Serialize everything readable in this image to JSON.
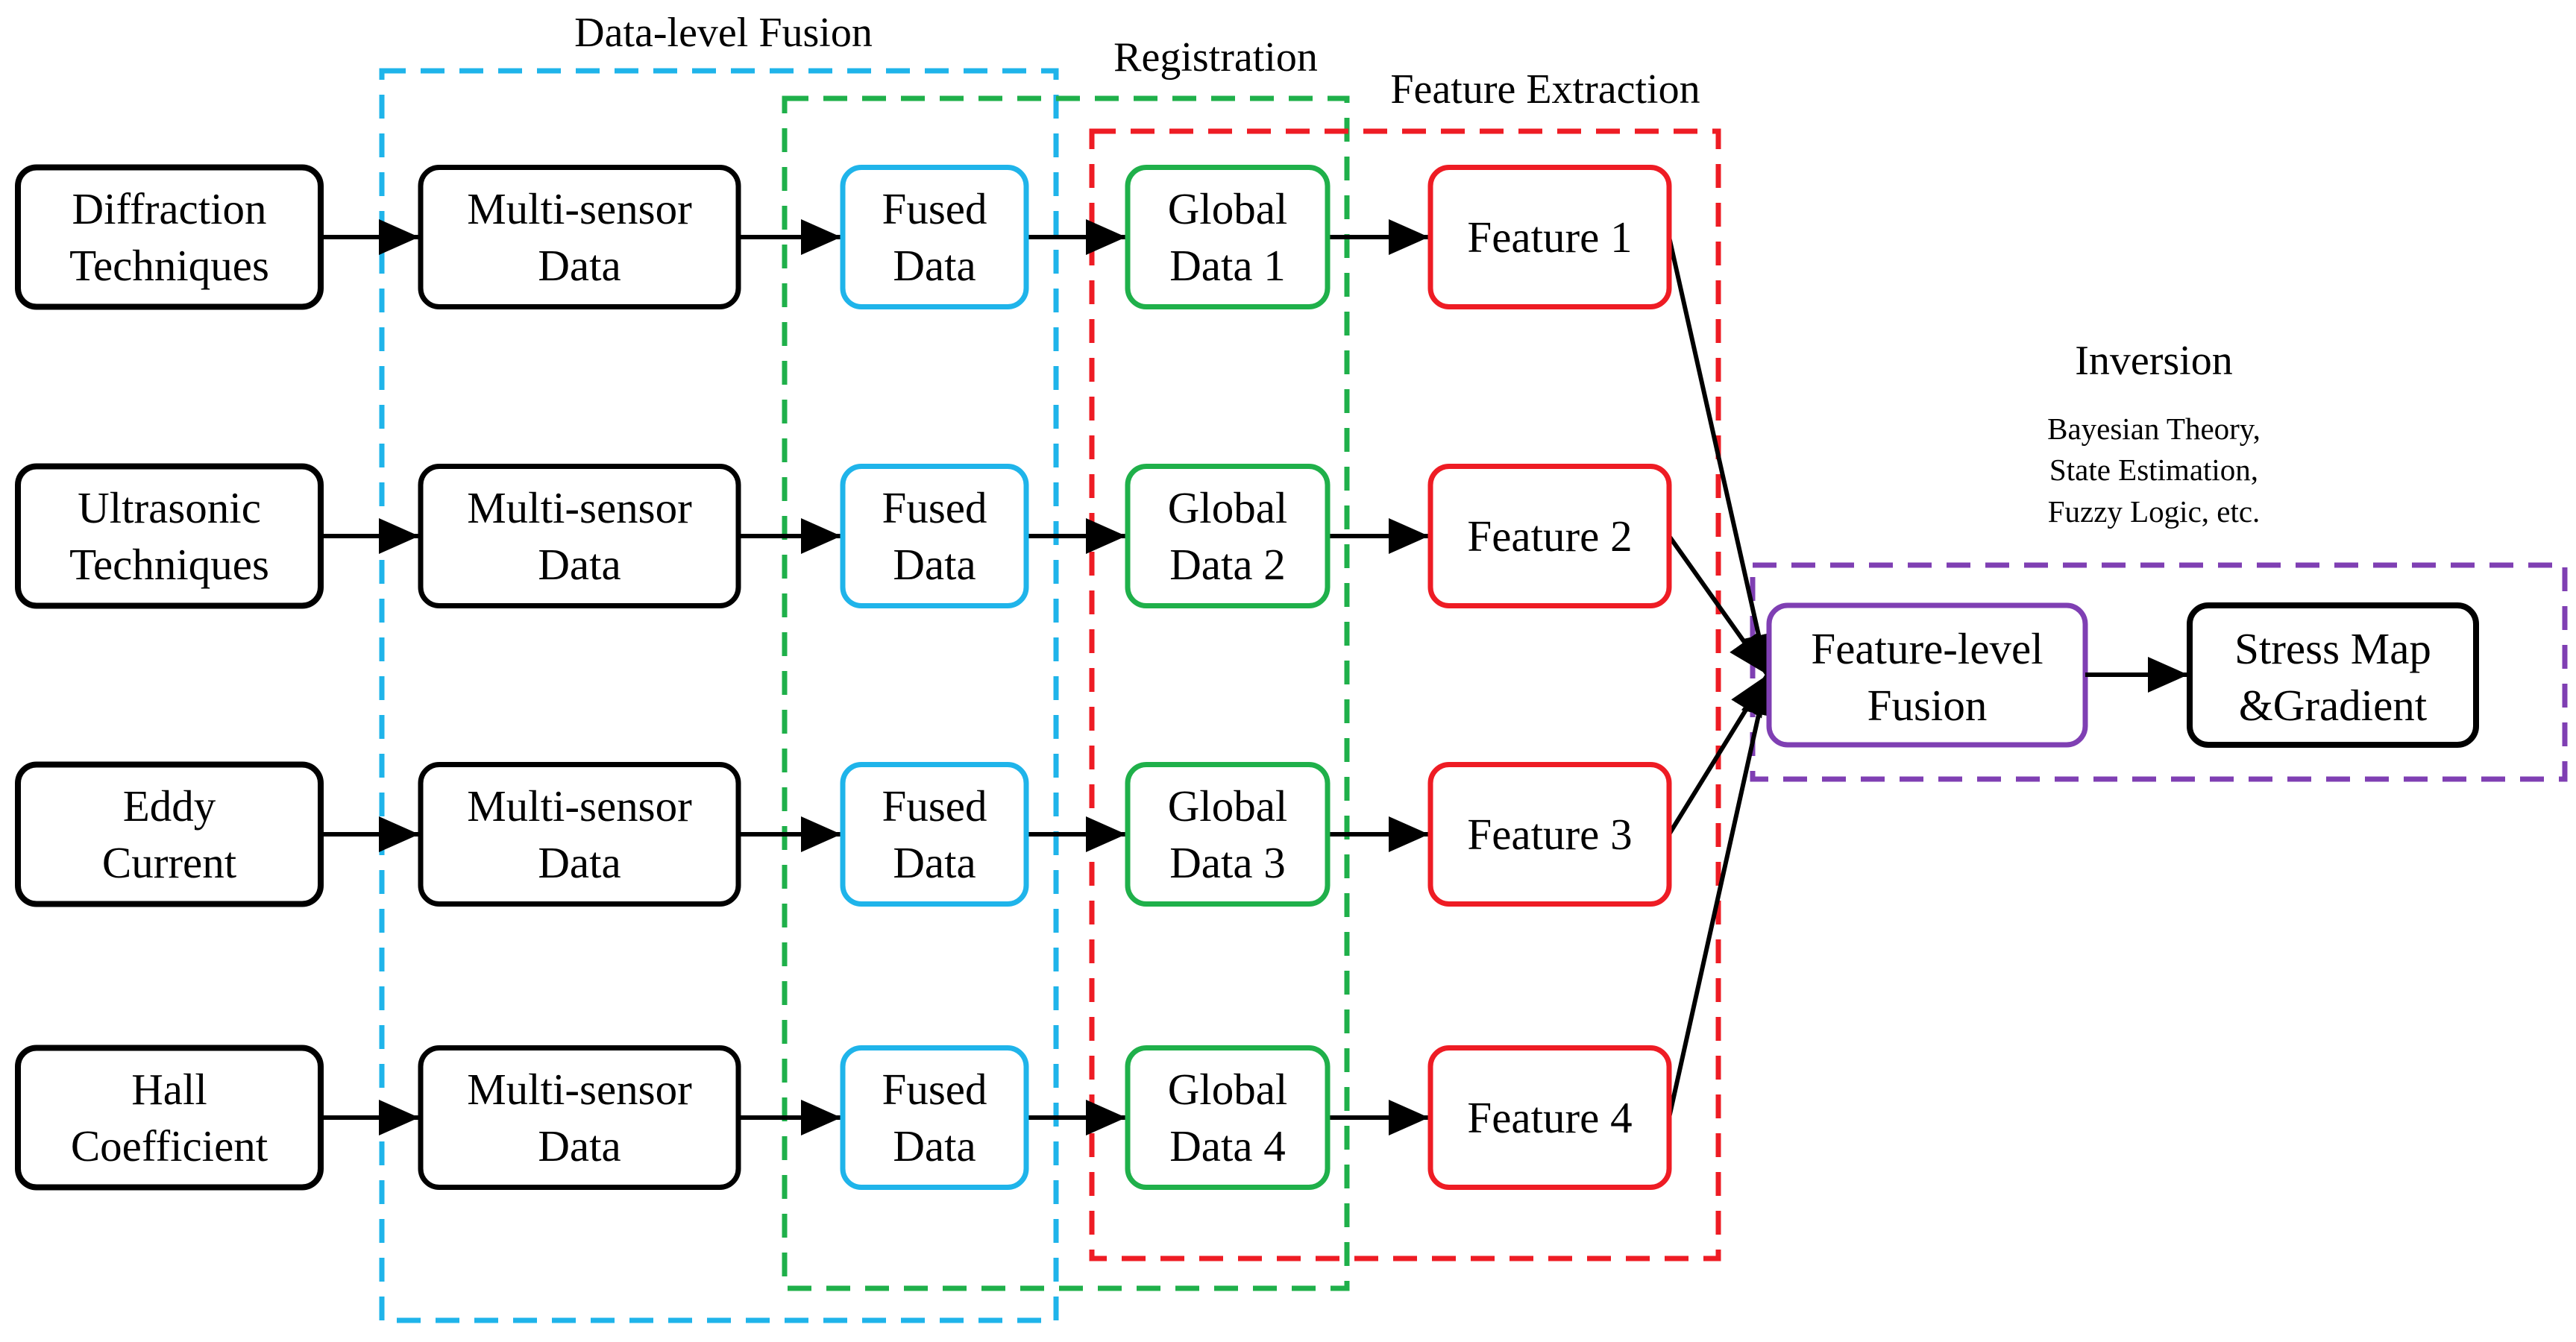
{
  "colors": {
    "black": "#000000",
    "blue": "#1fb4ea",
    "green": "#1fb04a",
    "red": "#ee1c24",
    "purple": "#7f3fb3"
  },
  "groups": {
    "data_level_fusion": "Data-level Fusion",
    "registration": "Registration",
    "feature_extraction": "Feature Extraction",
    "inversion": "Inversion"
  },
  "inversion_methods": [
    "Bayesian Theory,",
    "State Estimation,",
    "Fuzzy Logic, etc."
  ],
  "rows": [
    {
      "source": [
        "Diffraction",
        "Techniques"
      ],
      "multi": [
        "Multi-sensor",
        "Data"
      ],
      "fused": [
        "Fused",
        "Data"
      ],
      "global": [
        "Global",
        "Data 1"
      ],
      "feature": [
        "Feature 1"
      ]
    },
    {
      "source": [
        "Ultrasonic",
        "Techniques"
      ],
      "multi": [
        "Multi-sensor",
        "Data"
      ],
      "fused": [
        "Fused",
        "Data"
      ],
      "global": [
        "Global",
        "Data 2"
      ],
      "feature": [
        "Feature 2"
      ]
    },
    {
      "source": [
        "Eddy",
        "Current"
      ],
      "multi": [
        "Multi-sensor",
        "Data"
      ],
      "fused": [
        "Fused",
        "Data"
      ],
      "global": [
        "Global",
        "Data 3"
      ],
      "feature": [
        "Feature 3"
      ]
    },
    {
      "source": [
        "Hall",
        "Coefficient"
      ],
      "multi": [
        "Multi-sensor",
        "Data"
      ],
      "fused": [
        "Fused",
        "Data"
      ],
      "global": [
        "Global",
        "Data 4"
      ],
      "feature": [
        "Feature 4"
      ]
    }
  ],
  "fusion_node": [
    "Feature-level",
    "Fusion"
  ],
  "output_node": [
    "Stress Map",
    "&Gradient"
  ]
}
